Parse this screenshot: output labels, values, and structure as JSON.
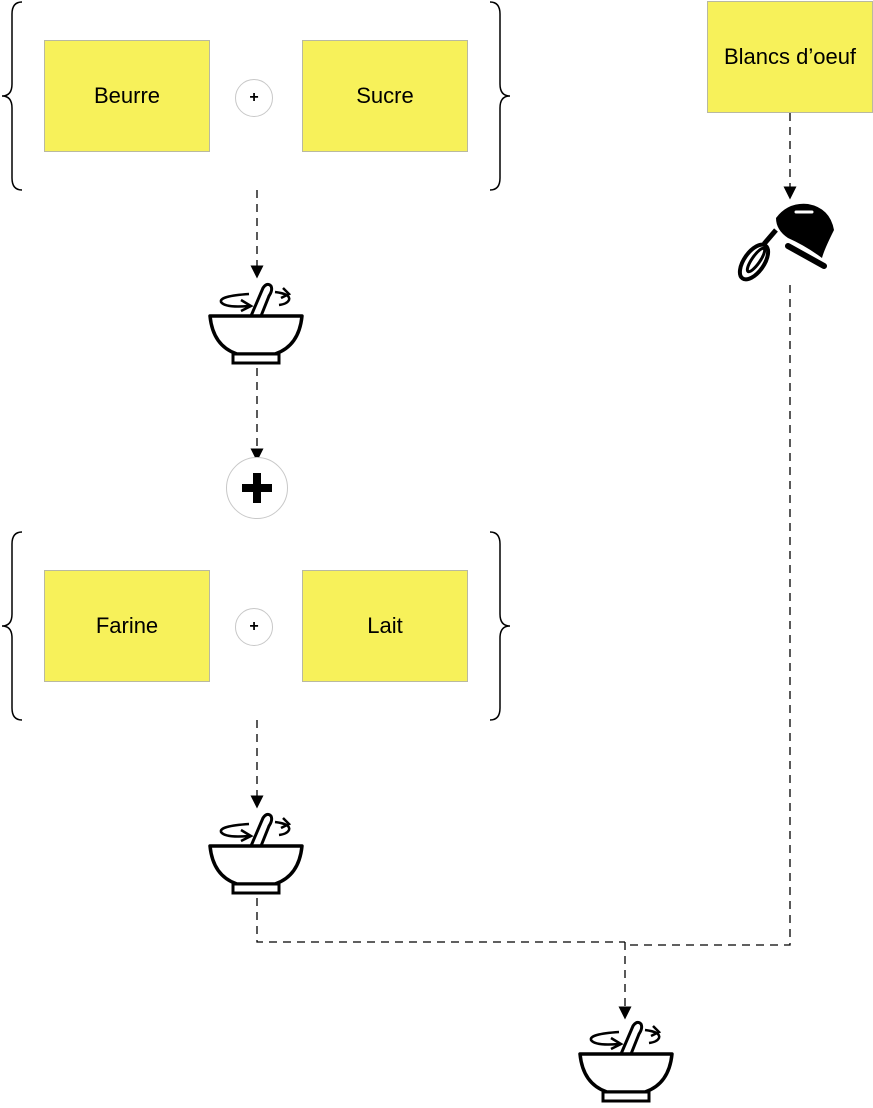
{
  "colors": {
    "note": "#f7f15a",
    "stroke": "#000000"
  },
  "groups": [
    {
      "items": [
        "Beurre",
        "Sucre"
      ],
      "operator": "+"
    },
    {
      "items": [
        "Farine",
        "Lait"
      ],
      "operator": "+"
    }
  ],
  "egg_whites": "Blancs d’oeuf",
  "icons": {
    "mix": "mixing-bowl-icon",
    "beat": "hand-mixer-icon",
    "combine": "plus-icon"
  }
}
